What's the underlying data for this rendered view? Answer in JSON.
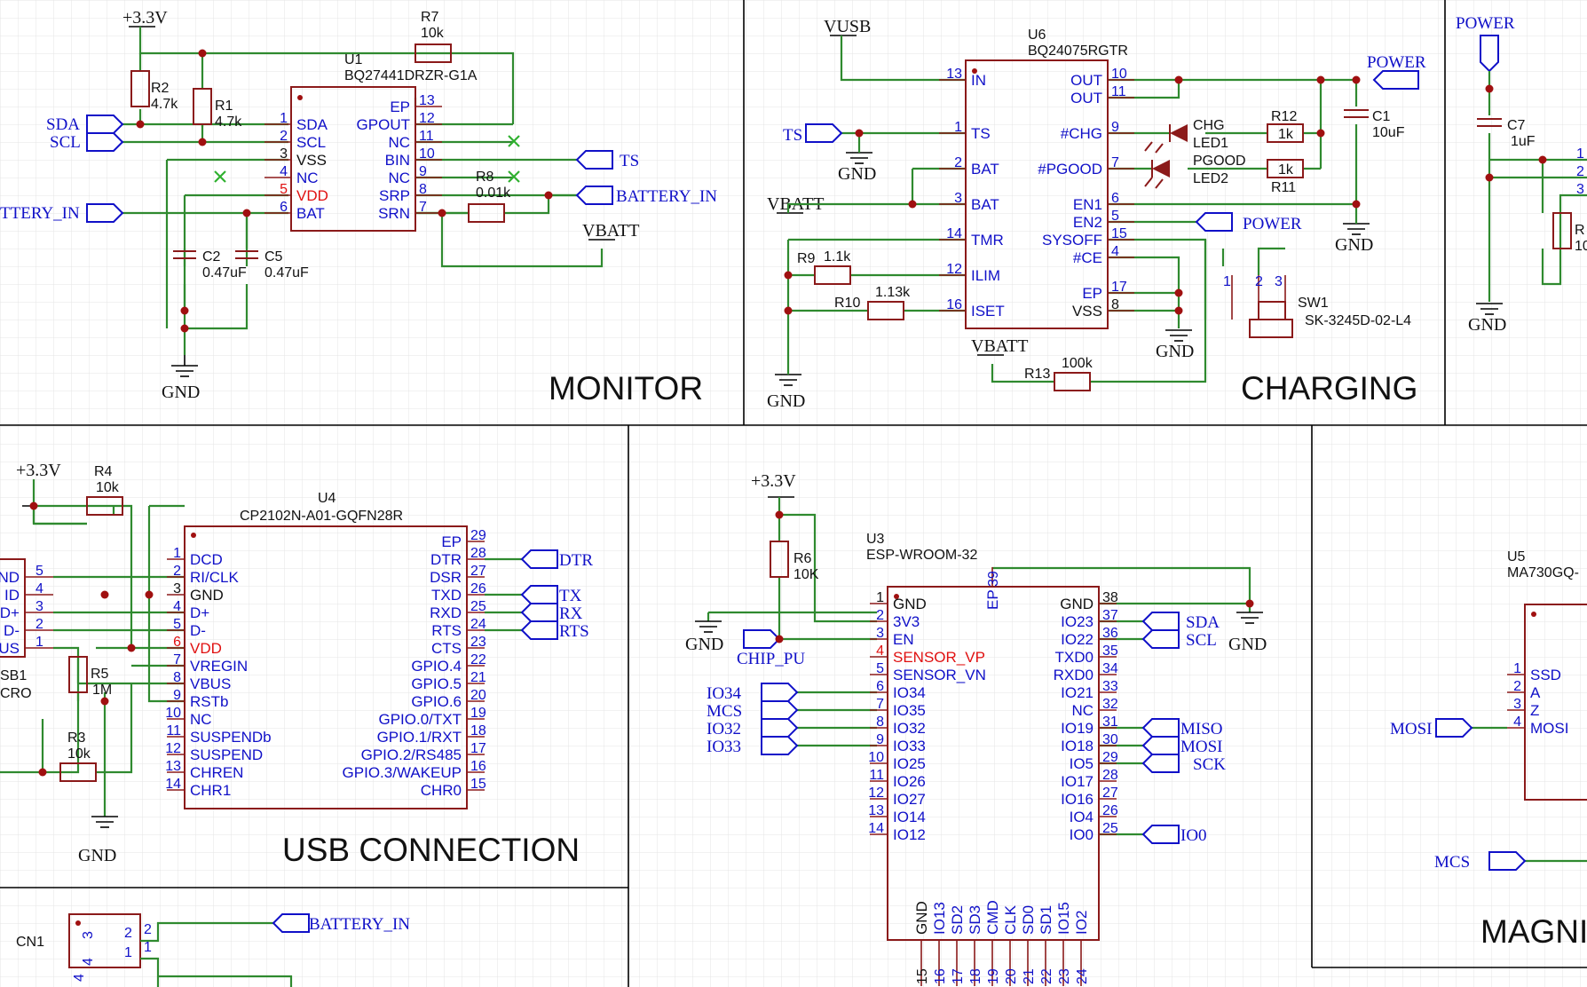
{
  "sections": {
    "monitor": "MONITOR",
    "charging": "CHARGING",
    "usb": "USB CONNECTION",
    "magnet_partial": "MAGNI"
  },
  "monitor": {
    "u1": {
      "ref": "U1",
      "value": "BQ27441DRZR-G1A",
      "left": [
        [
          "1",
          "SDA"
        ],
        [
          "2",
          "SCL"
        ],
        [
          "3",
          "VSS"
        ],
        [
          "4",
          "NC"
        ],
        [
          "5",
          "VDD"
        ],
        [
          "6",
          "BAT"
        ]
      ],
      "right": [
        [
          "13",
          "EP"
        ],
        [
          "12",
          "GPOUT"
        ],
        [
          "11",
          "NC"
        ],
        [
          "10",
          "BIN"
        ],
        [
          "9",
          "NC"
        ],
        [
          "8",
          "SRP"
        ],
        [
          "7",
          "SRN"
        ]
      ]
    },
    "r7": {
      "ref": "R7",
      "value": "10k"
    },
    "r2": {
      "ref": "R2",
      "value": "4.7k"
    },
    "r1": {
      "ref": "R1",
      "value": "4.7k"
    },
    "r8": {
      "ref": "R8",
      "value": "0.01k"
    },
    "c2": {
      "ref": "C2",
      "value": "0.47uF"
    },
    "c5": {
      "ref": "C5",
      "value": "0.47uF"
    },
    "pwr_3v3": "+3.3V",
    "gnd": "GND",
    "vbatt": "VBATT",
    "nets": {
      "sda": "SDA",
      "scl": "SCL",
      "battery_in_left": "TTERY_IN",
      "ts": "TS",
      "battery_in": "BATTERY_IN"
    }
  },
  "charging": {
    "u6": {
      "ref": "U6",
      "value": "BQ24075RGTR",
      "left": [
        [
          "13",
          "IN"
        ],
        [
          "1",
          "TS"
        ],
        [
          "2",
          "BAT"
        ],
        [
          "3",
          "BAT"
        ],
        [
          "14",
          "TMR"
        ],
        [
          "12",
          "ILIM"
        ],
        [
          "16",
          "ISET"
        ]
      ],
      "right": [
        [
          "10",
          "OUT"
        ],
        [
          "11",
          "OUT"
        ],
        [
          "9",
          "#CHG"
        ],
        [
          "7",
          "#PGOOD"
        ],
        [
          "6",
          "EN1"
        ],
        [
          "5",
          "EN2"
        ],
        [
          "15",
          "SYSOFF"
        ],
        [
          "4",
          "#CE"
        ],
        [
          "17",
          "EP"
        ],
        [
          "8",
          "VSS"
        ]
      ]
    },
    "vusb": "VUSB",
    "ts": "TS",
    "gnd": "GND",
    "vbatt1": "VBATT",
    "vbatt2": "VBATT",
    "r9": {
      "ref": "R9",
      "value": "1.1k"
    },
    "r10": {
      "ref": "R10",
      "value": "1.13k"
    },
    "r12": {
      "ref": "R12",
      "value": "1k"
    },
    "r11": {
      "ref": "R11",
      "value": "1k"
    },
    "r13": {
      "ref": "R13",
      "value": "100k"
    },
    "c1": {
      "ref": "C1",
      "value": "10uF"
    },
    "led1": {
      "ref": "LED1",
      "name": "CHG"
    },
    "led2": {
      "ref": "LED2",
      "name": "PGOOD"
    },
    "sw1": {
      "ref": "SW1",
      "value": "SK-3245D-02-L4",
      "pins": [
        "1",
        "2",
        "3"
      ]
    },
    "power": "POWER"
  },
  "right_top": {
    "power": "POWER",
    "c7": {
      "ref": "C7",
      "value": "1uF"
    },
    "gnd": "GND",
    "pins": [
      "1",
      "2",
      "3"
    ],
    "r_partial": "R",
    "r_partial_val": "10"
  },
  "usb": {
    "u4": {
      "ref": "U4",
      "value": "CP2102N-A01-GQFN28R",
      "left": [
        [
          "1",
          "DCD"
        ],
        [
          "2",
          "RI/CLK"
        ],
        [
          "3",
          "GND"
        ],
        [
          "4",
          "D+"
        ],
        [
          "5",
          "D-"
        ],
        [
          "6",
          "VDD"
        ],
        [
          "7",
          "VREGIN"
        ],
        [
          "8",
          "VBUS"
        ],
        [
          "9",
          "RSTb"
        ],
        [
          "10",
          "NC"
        ],
        [
          "11",
          "SUSPENDb"
        ],
        [
          "12",
          "SUSPEND"
        ],
        [
          "13",
          "CHREN"
        ],
        [
          "14",
          "CHR1"
        ]
      ],
      "right": [
        [
          "29",
          "EP"
        ],
        [
          "28",
          "DTR"
        ],
        [
          "27",
          "DSR"
        ],
        [
          "26",
          "TXD"
        ],
        [
          "25",
          "RXD"
        ],
        [
          "24",
          "RTS"
        ],
        [
          "23",
          "CTS"
        ],
        [
          "22",
          "GPIO.4"
        ],
        [
          "21",
          "GPIO.5"
        ],
        [
          "20",
          "GPIO.6"
        ],
        [
          "19",
          "GPIO.0/TXT"
        ],
        [
          "18",
          "GPIO.1/RXT"
        ],
        [
          "17",
          "GPIO.2/RS485"
        ],
        [
          "16",
          "GPIO.3/WAKEUP"
        ],
        [
          "15",
          "CHR0"
        ]
      ]
    },
    "pwr_3v3": "+3.3V",
    "r4": {
      "ref": "R4",
      "value": "10k"
    },
    "r5": {
      "ref": "R5",
      "value": "1M"
    },
    "r3": {
      "ref": "R3",
      "value": "10k"
    },
    "gnd": "GND",
    "usb_conn": {
      "ref": "SB1",
      "value": "CRO",
      "pins": [
        [
          "5",
          "ND"
        ],
        [
          "4",
          "ID"
        ],
        [
          "3",
          "D+"
        ],
        [
          "2",
          "D-"
        ],
        [
          "1",
          "US"
        ]
      ]
    },
    "nets": {
      "dtr": "DTR",
      "tx": "TX",
      "rx": "RX",
      "rts": "RTS"
    }
  },
  "esp": {
    "u3": {
      "ref": "U3",
      "value": "ESP-WROOM-32",
      "left": [
        [
          "1",
          "GND"
        ],
        [
          "2",
          "3V3"
        ],
        [
          "3",
          "EN"
        ],
        [
          "4",
          "SENSOR_VP"
        ],
        [
          "5",
          "SENSOR_VN"
        ],
        [
          "6",
          "IO34"
        ],
        [
          "7",
          "IO35"
        ],
        [
          "8",
          "IO32"
        ],
        [
          "9",
          "IO33"
        ],
        [
          "10",
          "IO25"
        ],
        [
          "11",
          "IO26"
        ],
        [
          "12",
          "IO27"
        ],
        [
          "13",
          "IO14"
        ],
        [
          "14",
          "IO12"
        ]
      ],
      "right": [
        [
          "38",
          "GND"
        ],
        [
          "37",
          "IO23"
        ],
        [
          "36",
          "IO22"
        ],
        [
          "35",
          "TXD0"
        ],
        [
          "34",
          "RXD0"
        ],
        [
          "33",
          "IO21"
        ],
        [
          "32",
          "NC"
        ],
        [
          "31",
          "IO19"
        ],
        [
          "30",
          "IO18"
        ],
        [
          "29",
          "IO5"
        ],
        [
          "28",
          "IO17"
        ],
        [
          "27",
          "IO16"
        ],
        [
          "26",
          "IO4"
        ],
        [
          "25",
          "IO0"
        ]
      ],
      "bottom": [
        [
          "15",
          "GND"
        ],
        [
          "16",
          "IO13"
        ],
        [
          "17",
          "SD2"
        ],
        [
          "18",
          "SD3"
        ],
        [
          "19",
          "CMD"
        ],
        [
          "20",
          "CLK"
        ],
        [
          "21",
          "SD0"
        ],
        [
          "22",
          "SD1"
        ],
        [
          "23",
          "IO15"
        ],
        [
          "24",
          "IO2"
        ]
      ],
      "top": [
        [
          "39",
          "EP"
        ]
      ]
    },
    "pwr_3v3": "+3.3V",
    "r6": {
      "ref": "R6",
      "value": "10K"
    },
    "gnd": "GND",
    "gnd2": "GND",
    "chip_pu": "CHIP_PU",
    "left_nets": [
      "IO34",
      "MCS",
      "IO32",
      "IO33"
    ],
    "right_nets": {
      "sda": "SDA",
      "scl": "SCL",
      "miso": "MISO",
      "mosi": "MOSI",
      "sck": "SCK",
      "io0": "IO0"
    }
  },
  "connector": {
    "ref": "CN1",
    "pins": [
      "3",
      "4",
      "2",
      "1",
      "2",
      "1",
      "4"
    ],
    "net": "BATTERY_IN"
  },
  "magnet": {
    "u5": {
      "ref": "U5",
      "value": "MA730GQ-",
      "left": [
        [
          "1",
          "SSD"
        ],
        [
          "2",
          "A"
        ],
        [
          "3",
          "Z"
        ],
        [
          "4",
          "MOSI"
        ]
      ]
    },
    "mosi": "MOSI",
    "mcs": "MCS"
  }
}
